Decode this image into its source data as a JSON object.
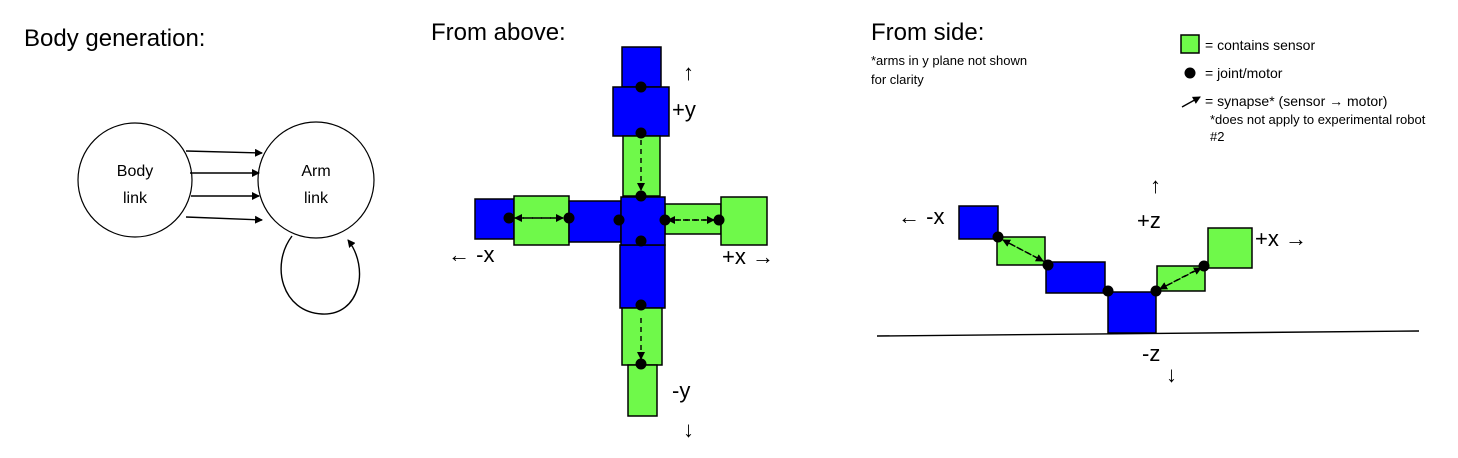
{
  "titles": {
    "body_generation": "Body generation:",
    "from_above": "From above:",
    "from_side": "From side:"
  },
  "nodes": {
    "body_line1": "Body",
    "body_line2": "link",
    "arm_line1": "Arm",
    "arm_line2": "link"
  },
  "side_note": {
    "line1": "*arms in y plane not shown",
    "line2": "for clarity"
  },
  "legend": {
    "sensor": "= contains sensor",
    "joint": "= joint/motor",
    "synapse": "= synapse* (sensor → motor)",
    "note_line1": "*does not apply to experimental robot",
    "note_line2": "#2"
  },
  "above_axes": {
    "up_arrow": "↑",
    "plus_y": "+y",
    "minus_x": "← -x",
    "plus_x": "+x →",
    "minus_y": "-y",
    "down_arrow": "↓"
  },
  "side_axes": {
    "up_arrow": "↑",
    "plus_z": "+z",
    "minus_x": "← -x",
    "plus_x": "+x →",
    "minus_z": "-z",
    "down_arrow": "↓"
  },
  "colors": {
    "body_link": "#0000ff",
    "sensor_link": "#6ff94a",
    "joint": "#000000"
  }
}
